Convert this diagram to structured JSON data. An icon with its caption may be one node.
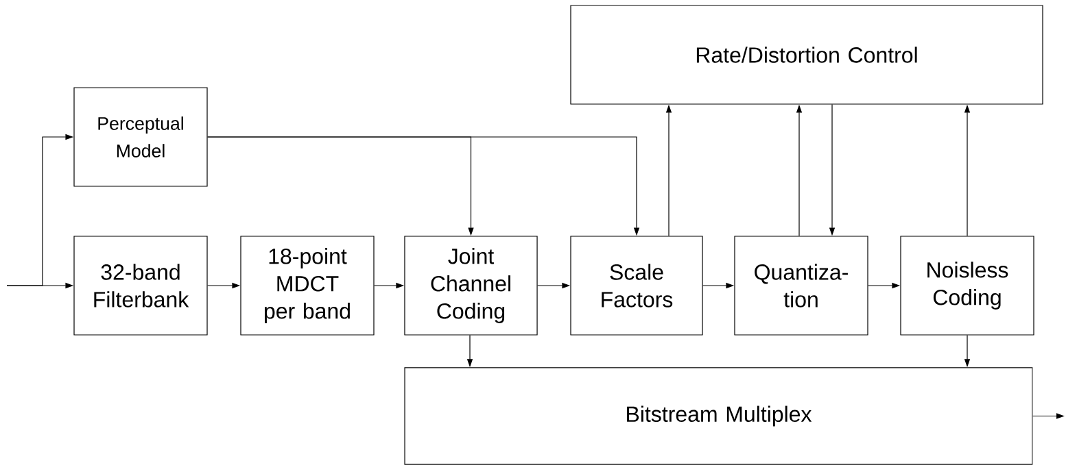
{
  "diagram": {
    "nodes": [
      {
        "text": [
          "Rate/Distortion Control"
        ]
      },
      {
        "text": [
          "Perceptual Model"
        ]
      },
      {
        "text": [
          "32-band Filterbank"
        ]
      },
      {
        "text": [
          "18-point MDCT per band"
        ]
      },
      {
        "text": [
          "Joint Channel Coding"
        ]
      },
      {
        "text": [
          "Scale Factors"
        ]
      },
      {
        "text": [
          "Quantiza- tion"
        ]
      },
      {
        "text": [
          "Noisless Coding"
        ]
      },
      {
        "text": [
          "Bitstream Multiplex"
        ]
      }
    ],
    "edges": [
      {
        "from": null,
        "to": 2,
        "arrow": "to"
      },
      {
        "from": null,
        "to": 1,
        "arrow": "to"
      },
      {
        "from": 2,
        "to": 3,
        "arrow": "to"
      },
      {
        "from": 3,
        "to": 4,
        "arrow": "to"
      },
      {
        "from": 4,
        "to": 5,
        "arrow": "to"
      },
      {
        "from": 5,
        "to": 6,
        "arrow": "to"
      },
      {
        "from": 6,
        "to": 7,
        "arrow": "to"
      },
      {
        "from": 1,
        "to": 4,
        "arrow": "to"
      },
      {
        "from": 1,
        "to": 5,
        "arrow": "to"
      },
      {
        "from": 5,
        "to": 0,
        "arrow": "to"
      },
      {
        "from": 6,
        "to": 0,
        "arrow": "to"
      },
      {
        "from": 0,
        "to": 6,
        "arrow": "to"
      },
      {
        "from": 7,
        "to": 0,
        "arrow": "to"
      },
      {
        "from": 4,
        "to": 8,
        "arrow": "to"
      },
      {
        "from": 7,
        "to": 8,
        "arrow": "to"
      },
      {
        "from": 8,
        "to": null,
        "arrow": "to"
      }
    ]
  }
}
